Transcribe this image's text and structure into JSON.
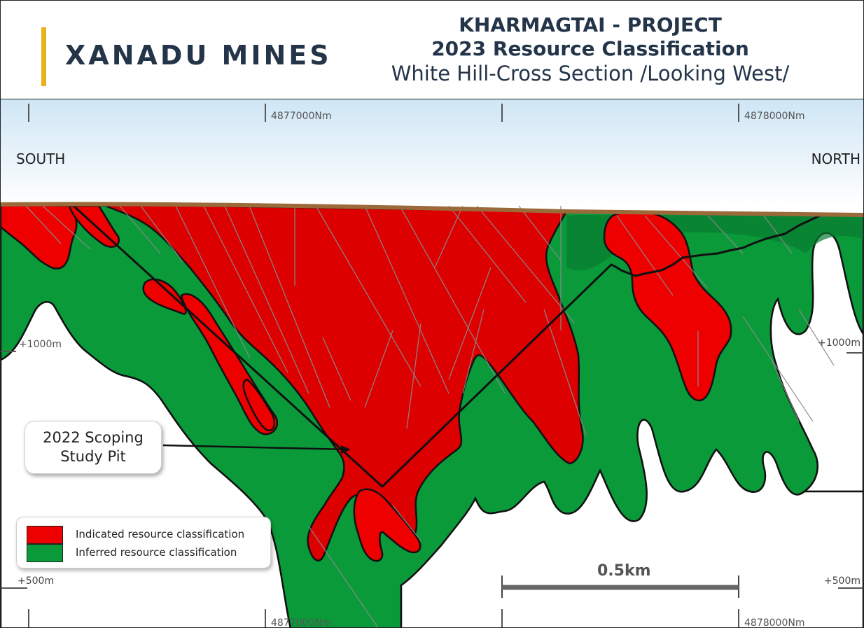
{
  "brand": {
    "name": "XANADU MINES",
    "accent_color": "#e7b31c"
  },
  "title": {
    "line1": "KHARMAGTAI - PROJECT",
    "line2": "2023 Resource Classification",
    "line3": "White Hill-Cross Section /Looking West/"
  },
  "orientation": {
    "left": "SOUTH",
    "right": "NORTH"
  },
  "northings": {
    "left": "4877000Nm",
    "right": "4878000Nm"
  },
  "elevations": {
    "upper": "+1000m",
    "lower": "+500m"
  },
  "callout": {
    "line1": "2022 Scoping",
    "line2": "Study Pit"
  },
  "legend": {
    "items": [
      {
        "label": "Indicated resource classification",
        "color": "#ee0000"
      },
      {
        "label": "Inferred resource classification",
        "color": "#0a9a3a"
      }
    ]
  },
  "scale_bar": {
    "label": "0.5km"
  },
  "colors": {
    "sky_top": "#cfe6f5",
    "surface": "#9b6a3a",
    "indicated": "#ee0000",
    "indicated_dark": "#cc0000",
    "inferred": "#0a9a3a"
  }
}
